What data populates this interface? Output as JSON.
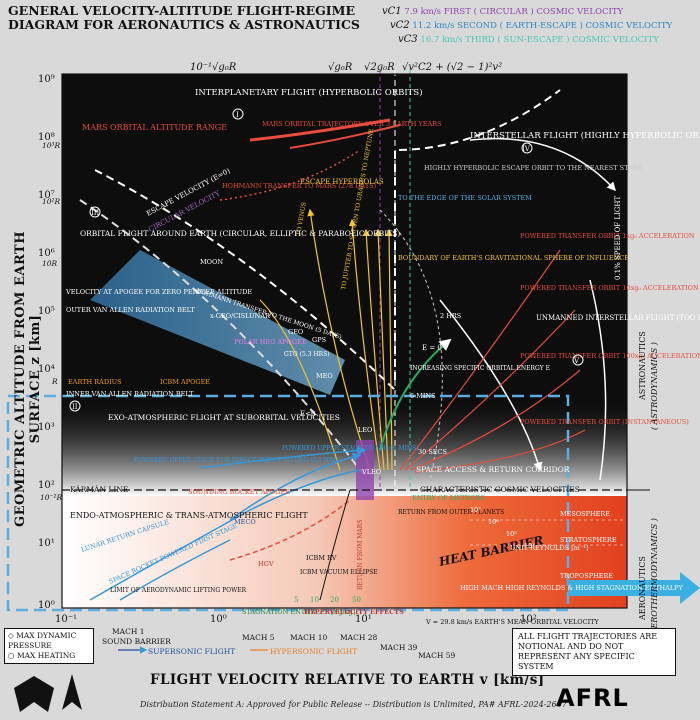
{
  "title_line1": "GENERAL VELOCITY-ALTITUDE FLIGHT-REGIME",
  "title_line2": "DIAGRAM FOR AERONAUTICS & ASTRONAUTICS",
  "cosmic_velocities": [
    {
      "symbol": "vC1",
      "value": "7.9 km/s",
      "label": "FIRST ( CIRCULAR ) COSMIC VELOCITY",
      "color": "#8e44ad"
    },
    {
      "symbol": "vC2",
      "value": "11.2 km/s",
      "label": "SECOND ( EARTH-ESCAPE ) COSMIC VELOCITY",
      "color": "#2e86c1"
    },
    {
      "symbol": "vC3",
      "value": "16.7 km/s",
      "label": "THIRD ( SUN-ESCAPE ) COSMIC VELOCITY",
      "color": "#48c9b0"
    }
  ],
  "top_formulas": {
    "f1": "10⁻¹√g₀R",
    "f2": "√g₀R",
    "f3": "√2g₀R",
    "f4": "√v²C2 + (√2 − 1)²v²"
  },
  "y_axis": {
    "label": "GEOMETRIC ALTITUDE FROM EARTH SURFACE  z  [km]",
    "ticks": [
      "10⁹",
      "10⁸",
      "10⁷",
      "10⁶",
      "10⁵",
      "10⁴",
      "10³",
      "10²",
      "10¹",
      "10⁰"
    ],
    "r_marks": [
      "10³R",
      "10²R",
      "10R",
      "R",
      "10⁻²R"
    ]
  },
  "x_axis": {
    "label": "FLIGHT VELOCITY RELATIVE TO EARTH   v  [km/s]",
    "ticks": [
      "10⁻¹",
      "10⁰",
      "10¹",
      "10²"
    ]
  },
  "regions": {
    "interplanetary": "INTERPLANETARY FLIGHT (HYPERBOLIC ORBITS)",
    "interstellar": "INTERSTELLAR FLIGHT (HIGHLY HYPERBOLIC ORBITS)",
    "orbital": "ORBITAL FLIGHT AROUND EARTH (CIRCULAR, ELLIPTIC & PARABOLIC ORBITS)",
    "exo": "EXO-ATMOSPHERIC FLIGHT AT SUBORBITAL VELOCITIES",
    "endo": "ENDO-ATMOSPHERIC & TRANS-ATMOSPHERIC FLIGHT",
    "unmanned": "UNMANNED INTERSTELLAR FLIGHT (TOO HIGH ACCEL)",
    "boundary": "BOUNDARY OF EARTH'S GRAVITATIONAL SPHERE OF INFLUENCE",
    "corridor": "SPACE ACCESS & RETURN CORRIDOR",
    "characteristic": "CHARACTERISTIC COSMIC VELOCITIES",
    "heat_barrier": "HEAT BARRIER"
  },
  "annotations": {
    "mars_altitude": "MARS ORBITAL ALTITUDE RANGE",
    "mars_trajectory": "MARS ORBITAL TRAJECTORY OVER 3 EARTH YEARS",
    "hohmann_mars": "HOHMANN TRANSFER TO MARS (278 DAYS)",
    "escape_hyperbolas": "ESCAPE HYPERBOLAS",
    "to_venus": "TO VENUS",
    "to_outer": "TO JUPITER  TO SATURN  TO URANUS  TO NEPTUNE",
    "edge_solar": "TO THE EDGE OF THE SOLAR SYSTEM",
    "nearest_stars": "HIGHLY HYPERBOLIC ESCAPE ORBIT TO THE NEAREST STARS",
    "escape_velocity": "ESCAPE VELOCITY (E=0)",
    "circular_velocity": "CIRCULAR VELOCITY",
    "apogee_zero": "VELOCITY AT APOGEE FOR ZERO PERIGEE ALTITUDE",
    "moon": "MOON",
    "hohmann_moon": "HOHMANN TRANSFER TO THE MOON (5 DAYS)",
    "xgeo": "x-GEO/CISLUNAR",
    "geo": "GEO",
    "polar_heo": "POLAR HEO APOGEE",
    "gto": "GTO (5.3 HRS)",
    "gps": "GPS",
    "meo": "MEO",
    "leo": "LEO",
    "vleo": "VLEO",
    "outer_van_allen": "OUTER VAN ALLEN RADIATION BELT",
    "inner_van_allen": "INNER VAN ALLEN RADIATION BELT",
    "earth_radius": "EARTH RADIUS",
    "icbm_apogee": "ICBM APOGEE",
    "karman": "KÁRMÁN LINE",
    "e_lt_0": "E<0",
    "e_eq_0": "E = 0",
    "increasing_energy": "INCREASING SPECIFIC ORBITAL ENERGY E",
    "two_hrs": "2 HRS",
    "six_mins": "6 MINS",
    "thirty_secs": "30 SECS",
    "pto_1": "POWERED TRANSFER ORBIT 1xg₀ ACCELERATION",
    "pto_10": "POWERED TRANSFER ORBIT 10xg₀ ACCELERATION",
    "pto_100": "POWERED TRANSFER ORBIT 100xg₀ ACCELERATION",
    "pto_inst": "POWERED TRANSFER ORBIT (INSTANTANEOUS)",
    "upper_stage_geo": "POWERED UPPER STAGE FOR DIRECT INJECT TO GEO (3.2 HRS)",
    "upper_stage_leo": "POWERED UPPER STAGE TO LEO (6 MINS)",
    "sounding": "SOUNDING ROCKET APOGEE",
    "meco": "MECO",
    "lunar_return": "LUNAR RETURN CAPSULE",
    "space_rocket": "SPACE ROCKET POWERED FIRST STAGE",
    "lifting": "LIMIT OF AERODYNAMIC LIFTING POWER",
    "hgv": "HGV",
    "icbm_rv": "ICBM RV",
    "icbm_vacuum": "ICBM VACUUM ELLIPSE",
    "return_mars": "RETURN FROM MARS",
    "return_outer": "RETURN FROM OUTER PLANETS",
    "entry_meteors": "ENTRY OF METEORS",
    "mesosphere": "MESOSPHERE",
    "stratosphere": "STRATOSPHERE",
    "troposphere": "TROPOSPHERE",
    "unit_reynolds": "UNIT REYNOLDS [m⁻¹]",
    "high_mach": "HIGH MACH HIGH REYNOLDS & HIGH STAGNATION ENTHALPY",
    "earth_mean": "V = 29.8 km/s EARTH'S MEAN ORBITAL VELOCITY",
    "speed_of_light": "0.1% SPEED OF LIGHT",
    "stagnation": "STAGNATION ENTHALPY [MJ/kg]",
    "hypervelocity": "HYPERVELOCITY EFFECTS",
    "enthalpy_vals": [
      "5",
      "10",
      "20",
      "50"
    ],
    "reynolds_vals": [
      "10⁷",
      "10⁶",
      "10⁵",
      "10⁴"
    ]
  },
  "mach": {
    "m1": "MACH 1",
    "sound_barrier": "SOUND BARRIER",
    "m5": "MACH 5",
    "m10": "MACH 10",
    "m28": "MACH 28",
    "m39": "MACH 39",
    "m59": "MACH 59",
    "supersonic": "SUPERSONIC FLIGHT",
    "hypersonic": "HYPERSONIC FLIGHT"
  },
  "side_labels": {
    "astro": "ASTRONAUTICS",
    "astro_sub": "( ASTRODYNAMICS )",
    "aero": "AERONAUTICS",
    "aero_sub": "( AEROTHERMODYNAMICS )"
  },
  "legend": {
    "item1": "MAX DYNAMIC PRESSURE",
    "item2": "MAX HEATING"
  },
  "note": "ALL FLIGHT TRAJECTORIES ARE NOTIONAL AND DO NOT REPRESENT ANY SPECIFIC SYSTEM",
  "distribution": "Distribution Statement A: Approved for Public Release -- Distribution is Unlimited, PA# AFRL-2024-2607",
  "logo": "AFRL",
  "roman": [
    "I",
    "II",
    "III",
    "IV",
    "V"
  ]
}
